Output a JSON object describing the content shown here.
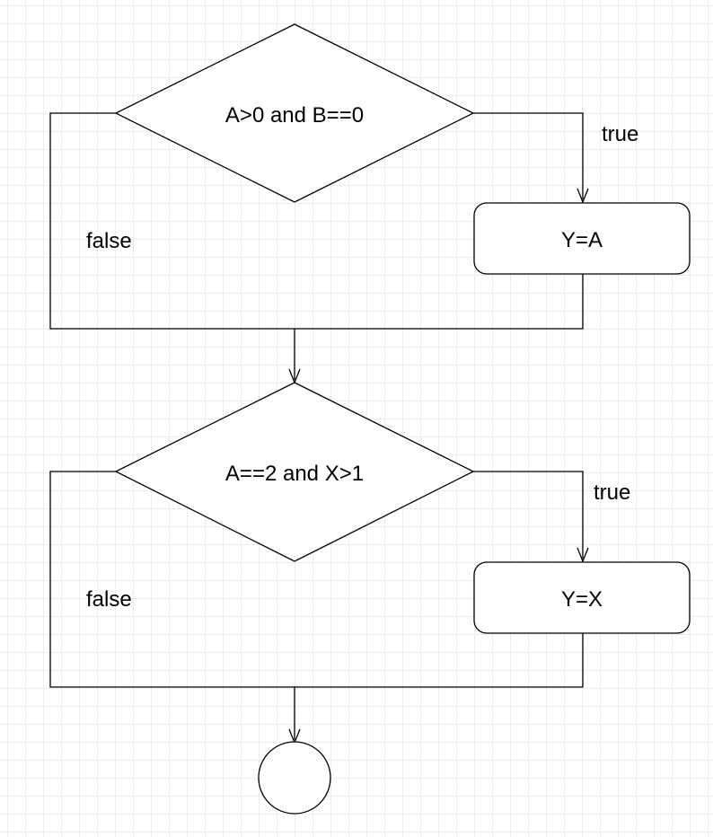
{
  "diagram": {
    "decision1": {
      "text": "A>0 and B==0"
    },
    "process1": {
      "text": "Y=A"
    },
    "decision1_true": {
      "text": "true"
    },
    "decision1_false": {
      "text": "false"
    },
    "decision2": {
      "text": "A==2 and X>1"
    },
    "process2": {
      "text": "Y=X"
    },
    "decision2_true": {
      "text": "true"
    },
    "decision2_false": {
      "text": "false"
    },
    "end": {
      "text": ""
    }
  }
}
